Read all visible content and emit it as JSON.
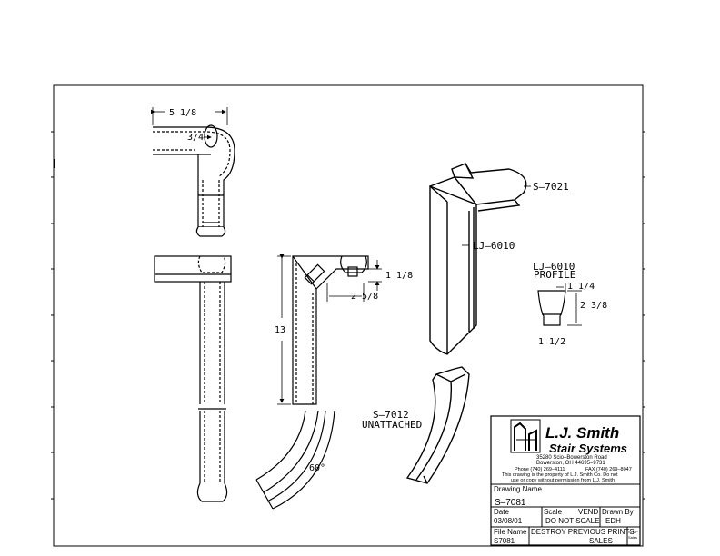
{
  "colors": {
    "ink": "#000000",
    "paper": "#ffffff",
    "shade": "#d9d9d9"
  },
  "dims": {
    "top_width": "5 1/8",
    "top_radius": "3/4",
    "rise_top": "1 1/8",
    "rise_side": "2 5/8",
    "height": "13",
    "angle": "60°"
  },
  "callouts": {
    "s7021": "S–7021",
    "lj6010": "LJ–6010",
    "s7012_line1": "S–7012",
    "s7012_line2": "UNATTACHED"
  },
  "profile": {
    "title_line1": "LJ–6010",
    "title_line2": "PROFILE",
    "top_dim": "1 1/4",
    "height_dim": "2 3/8",
    "base_dim": "1 1/2"
  },
  "title_block": {
    "company_line1": "L.J. Smith",
    "company_line2": "Stair Systems",
    "address1": "35280 Scio–Bowerston Road",
    "address2": "Bowerston, OH 44695–9731",
    "phone": "Phone (740) 269–4111",
    "fax": "FAX (740) 269–8047",
    "notice1": "This drawing is the property of L.J. Smith Co. Do not",
    "notice2": "use or copy without permission from L.J. Smith.",
    "drawing_name_label": "Drawing Name",
    "drawing_name": "S–7081",
    "date_label": "Date",
    "date": "03/08/01",
    "scale_label": "Scale",
    "vend_label": "VEND",
    "scale": "DO NOT SCALE",
    "drawn_by_label": "Drawn By",
    "drawn_by": "EDH",
    "file_name_label": "File Name",
    "file_name": "S7081",
    "destroy_note": "DESTROY PREVIOUS PRINTS",
    "dept": "SALES",
    "stamp1": "STOP",
    "stamp2": "Sales"
  }
}
